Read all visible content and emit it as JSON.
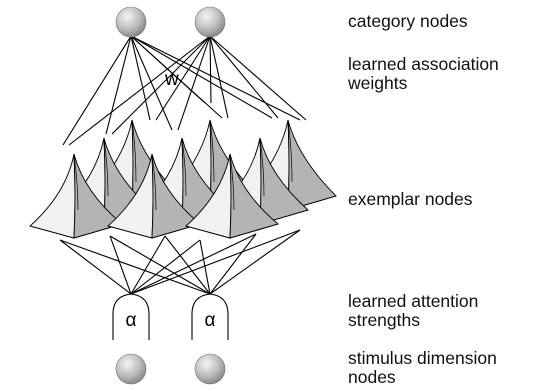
{
  "labels": {
    "category": "category nodes",
    "weights_line1": "learned association",
    "weights_line2": "weights",
    "exemplar": "exemplar nodes",
    "attention_line1": "learned attention",
    "attention_line2": "strengths",
    "stimulus_line1": "stimulus dimension",
    "stimulus_line2": "nodes"
  },
  "weight_symbol": "w",
  "attention_symbols": [
    "α",
    "α"
  ],
  "colors": {
    "node_light": "#f2f2f2",
    "node_dark": "#8a8a8a",
    "pyramid_light": "#f1f1f1",
    "pyramid_dark": "#b4b4b4"
  }
}
